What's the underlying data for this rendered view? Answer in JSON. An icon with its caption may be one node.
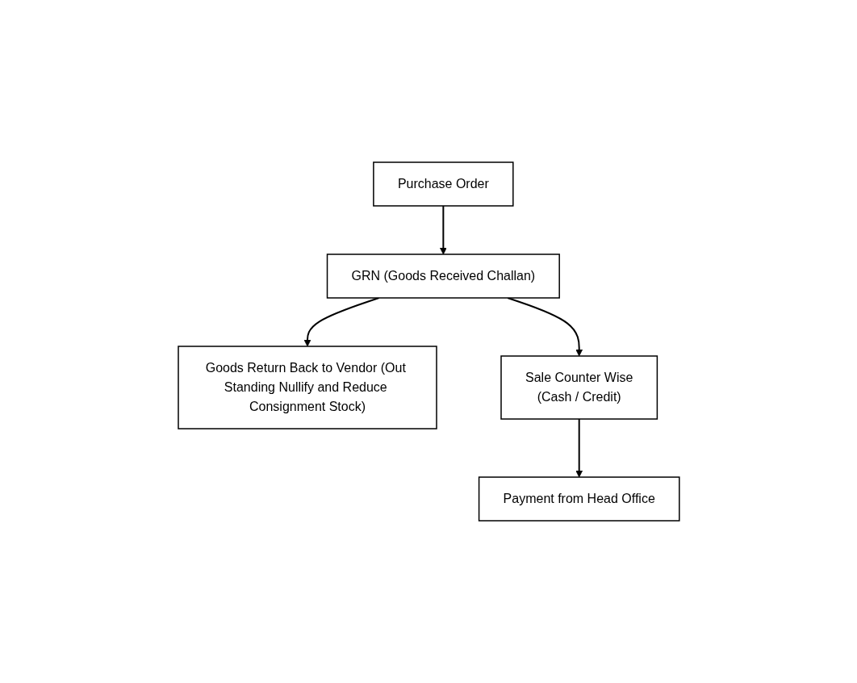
{
  "diagram": {
    "nodes": [
      {
        "text": [
          "Purchase Order"
        ]
      },
      {
        "text": [
          "GRN (Goods Received Challan)"
        ]
      },
      {
        "text": [
          "Goods Return Back to Vendor (Out Standing Nullify and Reduce Consignment Stock)"
        ]
      },
      {
        "text": [
          "Sale Counter Wise",
          "(Cash / Credit)"
        ]
      },
      {
        "text": [
          "Payment from Head Office"
        ]
      }
    ],
    "edges": [
      {
        "from": 0,
        "to": 1,
        "arrow": "to"
      },
      {
        "from": 1,
        "to": 3,
        "arrow": "to"
      },
      {
        "from": 1,
        "to": 2,
        "arrow": "to"
      },
      {
        "from": 3,
        "to": 4,
        "arrow": "to"
      }
    ]
  }
}
